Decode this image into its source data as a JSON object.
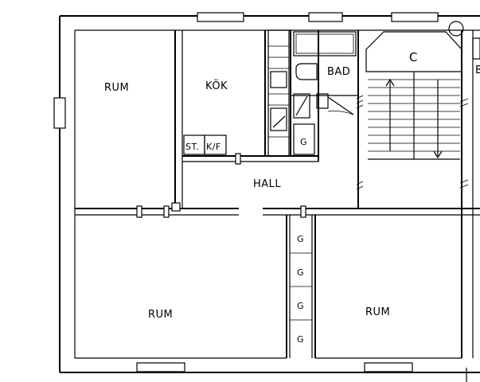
{
  "rooms": {
    "rum_top_left": "RUM",
    "kok": "KÖK",
    "bad": "BAD",
    "stair": "C",
    "edge_letter": "B",
    "hall": "HALL",
    "rum_bottom_left": "RUM",
    "rum_bottom_right": "RUM"
  },
  "fixtures": {
    "st": "ST.",
    "kf": "K/F",
    "g_bath": "G",
    "g_closets": [
      "G",
      "G",
      "G",
      "G"
    ]
  }
}
